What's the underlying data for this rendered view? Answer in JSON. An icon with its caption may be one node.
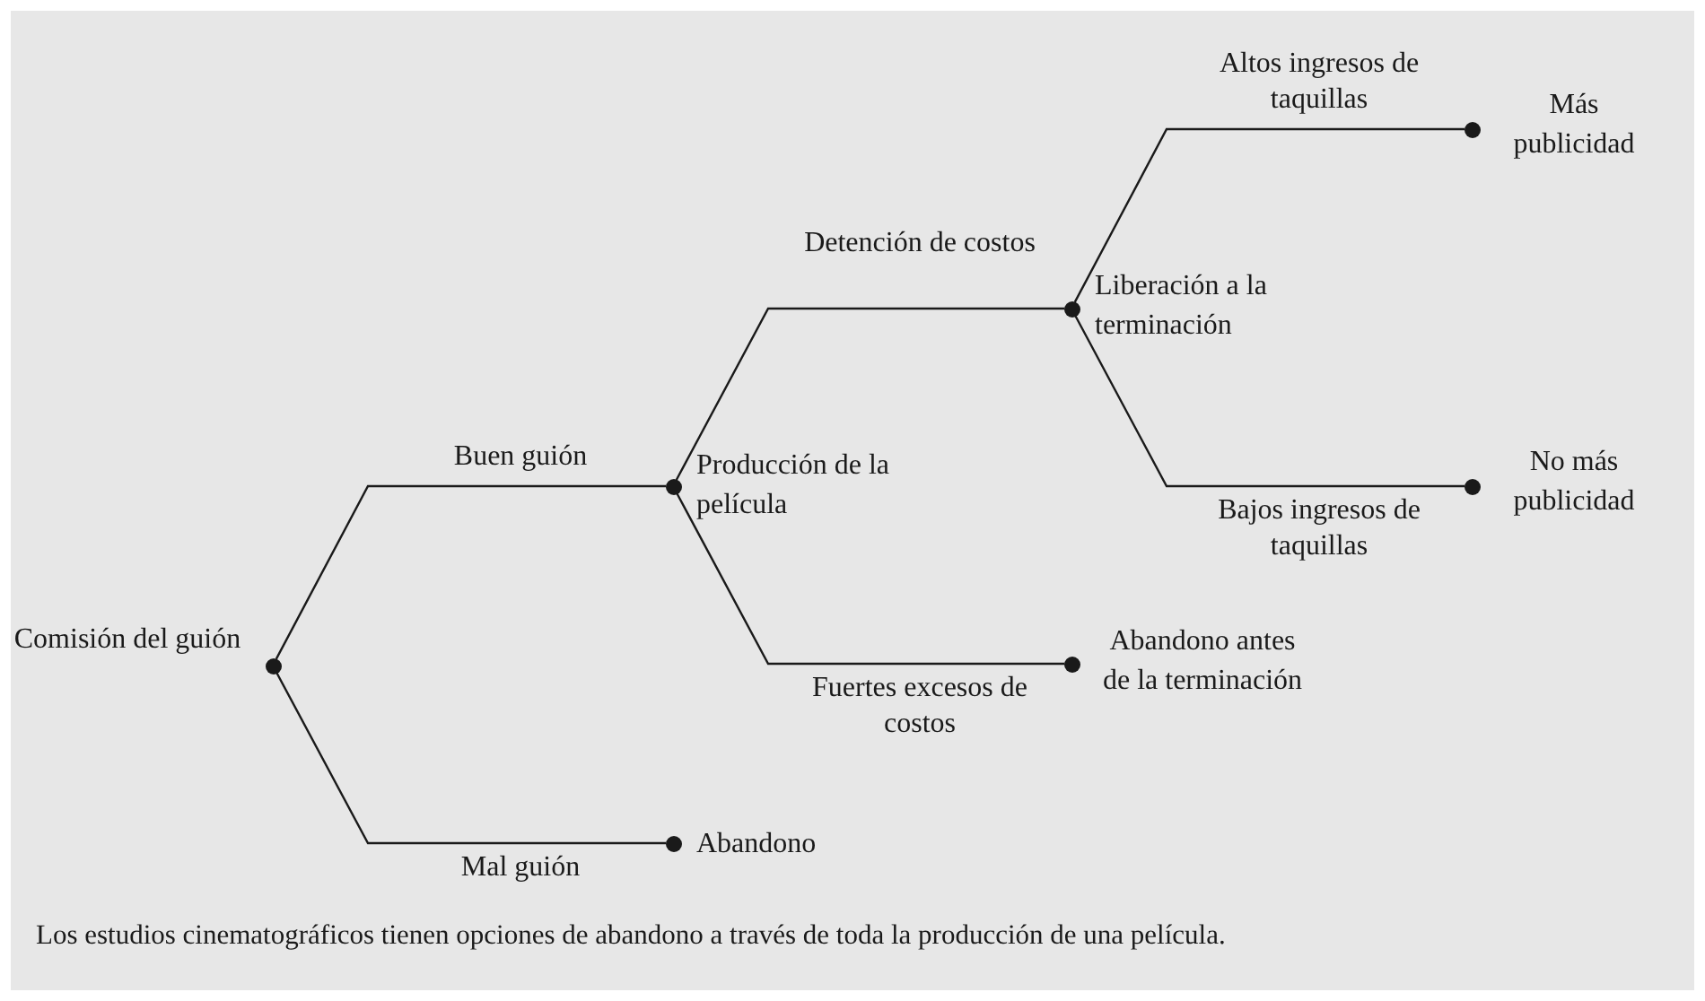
{
  "diagram": {
    "caption": "Los estudios cinematográficos tienen opciones de abandono a través de toda la producción de una película.",
    "nodes": [
      {
        "text": [],
        "shape": "circle",
        "beside": [
          "Comisión del guión"
        ]
      },
      {
        "text": [],
        "shape": "circle",
        "beside": [
          "Producción de la película"
        ]
      },
      {
        "text": [],
        "shape": "circle",
        "beside": [
          "Abandono"
        ]
      },
      {
        "text": [],
        "shape": "circle",
        "beside": [
          "Liberación a la terminación"
        ]
      },
      {
        "text": [],
        "shape": "circle",
        "beside": [
          "Abandono antes de la terminación"
        ]
      },
      {
        "text": [],
        "shape": "circle",
        "beside": [
          "Más publicidad"
        ]
      },
      {
        "text": [],
        "shape": "circle",
        "beside": [
          "No más publicidad"
        ]
      }
    ],
    "edges": [
      {
        "from": 0,
        "to": 1,
        "arrow": "none",
        "label": "Buen guión"
      },
      {
        "from": 0,
        "to": 2,
        "arrow": "none",
        "label": "Mal guión"
      },
      {
        "from": 1,
        "to": 3,
        "arrow": "none",
        "label": "Detención de costos"
      },
      {
        "from": 1,
        "to": 4,
        "arrow": "none",
        "label": "Fuertes excesos de costos"
      },
      {
        "from": 3,
        "to": 5,
        "arrow": "none",
        "label": "Altos ingresos de taquillas"
      },
      {
        "from": 3,
        "to": 6,
        "arrow": "none",
        "label": "Bajos ingresos de taquillas"
      }
    ]
  }
}
